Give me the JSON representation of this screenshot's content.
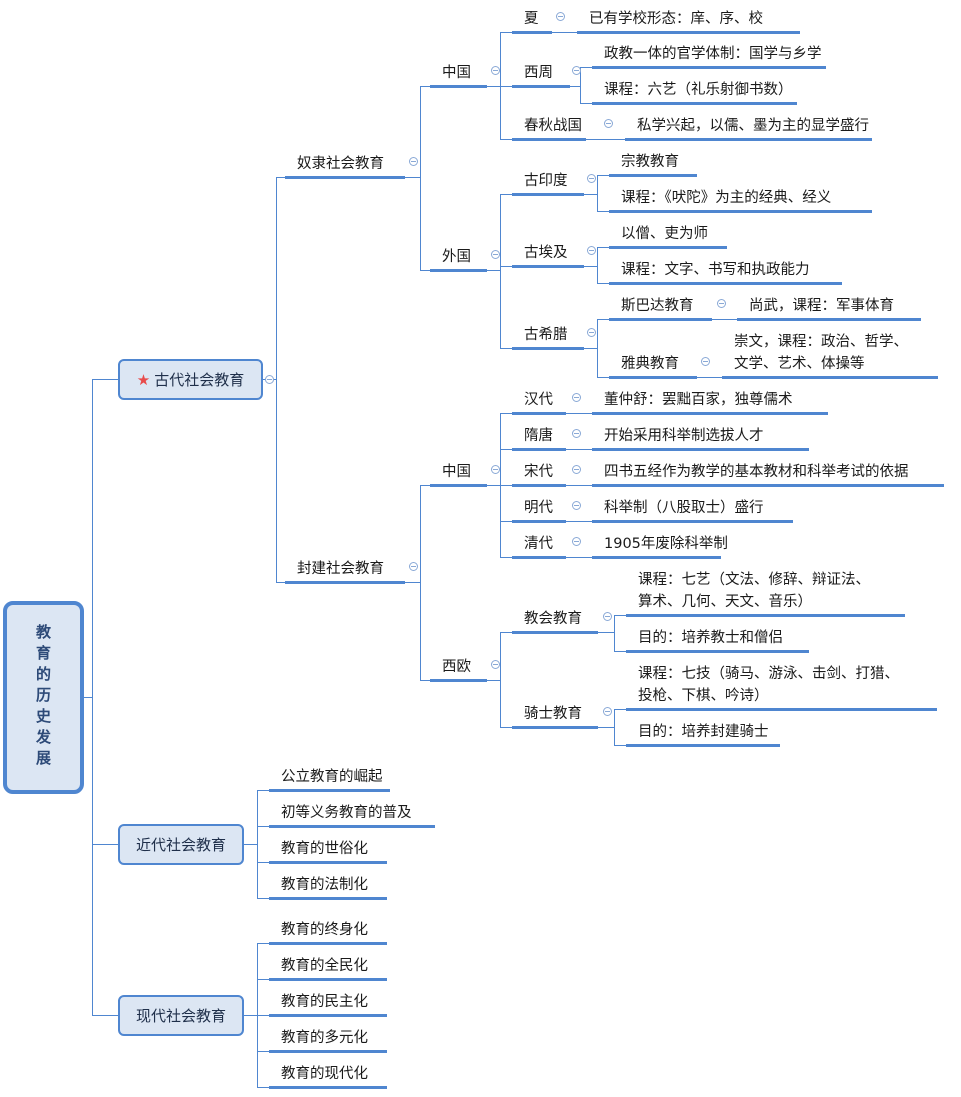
{
  "root": "教育的历史发展",
  "colors": {
    "line": "#4f86d0",
    "box_fill": "#dce6f3",
    "star": "#e84b4b"
  },
  "boxes": {
    "ancient": {
      "label": "古代社会教育",
      "icon": "star-icon"
    },
    "nearmodern": {
      "label": "近代社会教育"
    },
    "modern": {
      "label": "现代社会教育"
    }
  },
  "nodes": {
    "slave": "奴隶社会教育",
    "feudal": "封建社会教育",
    "c1": "中国",
    "foreign": "外国",
    "c2": "中国",
    "west": "西欧",
    "xia": "夏",
    "xia_1": "已有学校形态：庠、序、校",
    "xizhou": "西周",
    "xizhou_1": "政教一体的官学体制：国学与乡学",
    "xizhou_2": "课程：六艺（礼乐射御书数）",
    "chunqiu": "春秋战国",
    "chunqiu_1": "私学兴起，以儒、墨为主的显学盛行",
    "india": "古印度",
    "india_1": "宗教教育",
    "india_2": "课程：《吠陀》为主的经典、经义",
    "egypt": "古埃及",
    "egypt_1": "以僧、吏为师",
    "egypt_2": "课程：文字、书写和执政能力",
    "greece": "古希腊",
    "sparta": "斯巴达教育",
    "sparta_1": "尚武，课程：军事体育",
    "athens": "雅典教育",
    "athens_1": [
      "崇文，课程：政治、哲学、",
      "文学、艺术、体操等"
    ],
    "han": "汉代",
    "han_1": "董仲舒：罢黜百家，独尊儒术",
    "suitang": "隋唐",
    "suitang_1": "开始采用科举制选拔人才",
    "song": "宋代",
    "song_1": "四书五经作为教学的基本教材和科举考试的依据",
    "ming": "明代",
    "ming_1": "科举制（八股取士）盛行",
    "qing": "清代",
    "qing_1": "1905年废除科举制",
    "church": "教会教育",
    "church_1": [
      "课程：七艺（文法、修辞、辩证法、",
      "算术、几何、天文、音乐）"
    ],
    "church_2": "目的：培养教士和僧侣",
    "knight": "骑士教育",
    "knight_1": [
      "课程：七技（骑马、游泳、击剑、打猎、",
      "投枪、下棋、吟诗）"
    ],
    "knight_2": "目的：培养封建骑士",
    "near_1": "公立教育的崛起",
    "near_2": "初等义务教育的普及",
    "near_3": "教育的世俗化",
    "near_4": "教育的法制化",
    "mod_1": "教育的终身化",
    "mod_2": "教育的全民化",
    "mod_3": "教育的民主化",
    "mod_4": "教育的多元化",
    "mod_5": "教育的现代化"
  }
}
